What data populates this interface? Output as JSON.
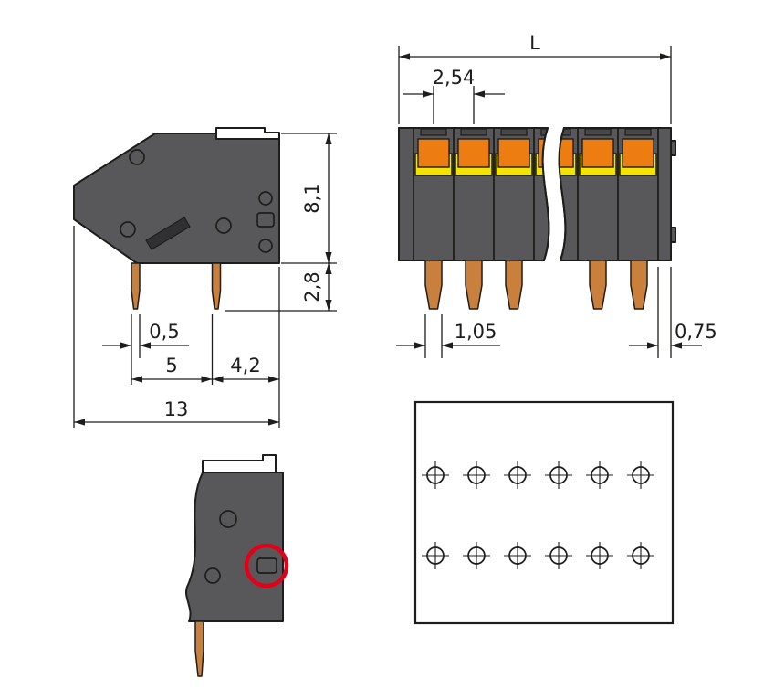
{
  "drawing": {
    "type": "technical-dimensional-drawing",
    "labels": {
      "overall_length": "L",
      "pitch": "2,54",
      "housing_height": "8,1",
      "pin_length": "2,8",
      "pin_thickness": "0,5",
      "pin_spacing": "5",
      "pin_to_edge": "4,2",
      "housing_depth": "13",
      "pin_width": "1,05",
      "end_wall": "0,75"
    },
    "colors": {
      "outline": "#1d1d1b",
      "housing_gray": "#58585a",
      "actuator_orange": "#ee7d11",
      "entry_yellow": "#f2e205",
      "pin_copper": "#c8803c",
      "highlight_red": "#e2001a",
      "background": "#ffffff"
    },
    "drill_plan": {
      "rows": 2,
      "cols": 6
    },
    "front_view_pins_visible": 5,
    "side_view_pins": 2
  }
}
